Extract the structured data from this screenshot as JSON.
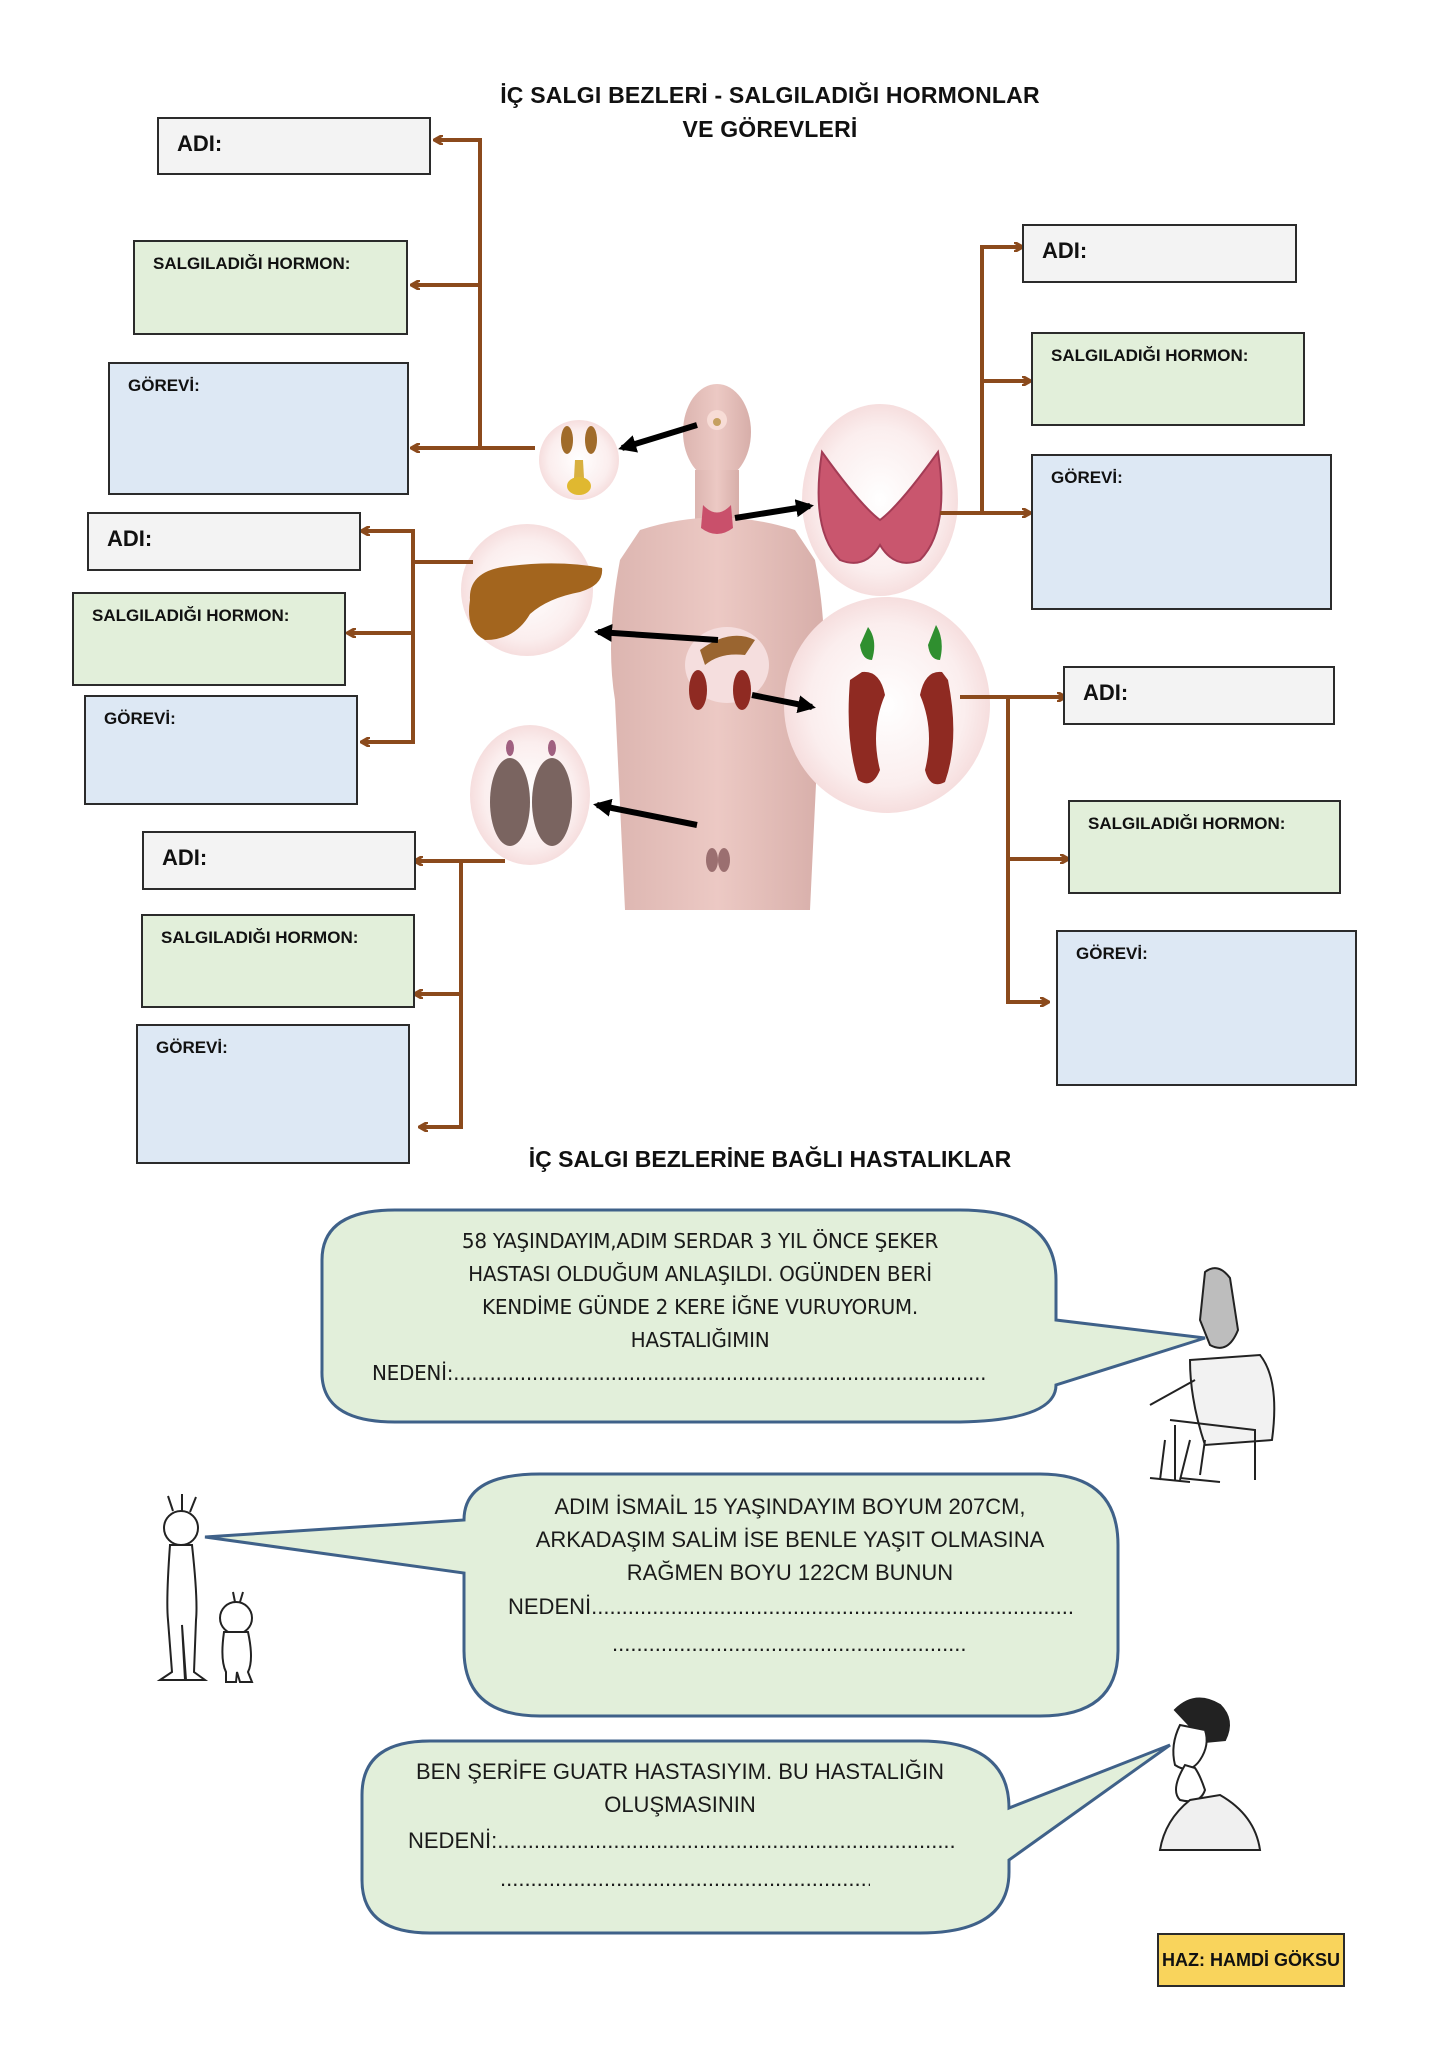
{
  "header": {
    "title_line1": "İÇ SALGI BEZLERİ - SALGILADIĞI HORMONLAR",
    "title_line2": "VE GÖREVLERİ"
  },
  "labels": {
    "adi": "ADI:",
    "hormon": "SALGILADIĞI HORMON:",
    "gorev": "GÖREVİ:"
  },
  "glands": [
    {
      "id": "pituitary",
      "icon": "pituitary-gland-icon",
      "side": "left"
    },
    {
      "id": "thyroid",
      "icon": "thyroid-gland-icon",
      "side": "right"
    },
    {
      "id": "pancreas",
      "icon": "pancreas-icon",
      "side": "left"
    },
    {
      "id": "adrenal",
      "icon": "adrenal-kidney-icon",
      "side": "right"
    },
    {
      "id": "testes",
      "icon": "testes-icon",
      "side": "left"
    }
  ],
  "section2": {
    "title": "İÇ SALGI BEZLERİNE BAĞLI HASTALIKLAR"
  },
  "cases": [
    {
      "lines": [
        "58 YAŞINDAYIM,ADIM SERDAR 3 YIL ÖNCE ŞEKER",
        "HASTASI OLDUĞUM ANLAŞILDI. OGÜNDEN BERİ",
        "KENDİME GÜNDE 2 KERE İĞNE VURUYORUM.",
        "HASTALIĞIMIN"
      ],
      "answer_line": "NEDENİ:........................................................................................",
      "character": "seated-man-illustration"
    },
    {
      "lines": [
        "ADIM İSMAİL 15 YAŞINDAYIM BOYUM 207CM,",
        "ARKADAŞIM SALİM İSE BENLE YAŞIT OLMASINA",
        "RAĞMEN BOYU 122CM BUNUN"
      ],
      "answer_line": "NEDENİ.......................................................................................",
      "answer_line2": "...................................................................",
      "character": "tall-and-short-kids-illustration"
    },
    {
      "lines": [
        "BEN ŞERİFE GUATR HASTASIYIM. BU HASTALIĞIN",
        "OLUŞMASININ"
      ],
      "answer_line": "NEDENİ:...........................................................................",
      "answer_line2": "..................................................................",
      "character": "woman-with-goiter-illustration"
    }
  ],
  "footer": {
    "author": "HAZ: HAMDİ GÖKSU"
  },
  "colors": {
    "connector": "#8b4a1c",
    "adi_fill": "#f3f3f3",
    "hormon_fill": "#e2efda",
    "gorev_fill": "#dde8f4",
    "bubble_fill": "#e2efda",
    "bubble_stroke": "#3f6189",
    "signature_fill": "#f9d45c"
  }
}
